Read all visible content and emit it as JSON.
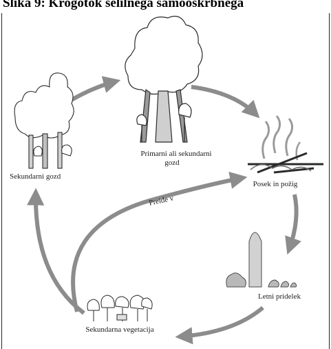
{
  "title": "Slika 9: Krogotok selilnega samooskrbnega",
  "labels": {
    "secondary_forest": "Sekundarni gozd",
    "primary_forest_line1": "Primarni ali sekundarni",
    "primary_forest_line2": "gozd",
    "clearing_fire": "Posek in požig",
    "annual_crop": "Letni pridelek",
    "secondary_vegetation": "Sekundarna vegetacija",
    "transition": "Preide v"
  },
  "colors": {
    "arrow": "#8c8c8c",
    "tree_outline": "#2a2a2a",
    "smoke": "#9a9a9a",
    "crop": "#b9b9b9"
  }
}
